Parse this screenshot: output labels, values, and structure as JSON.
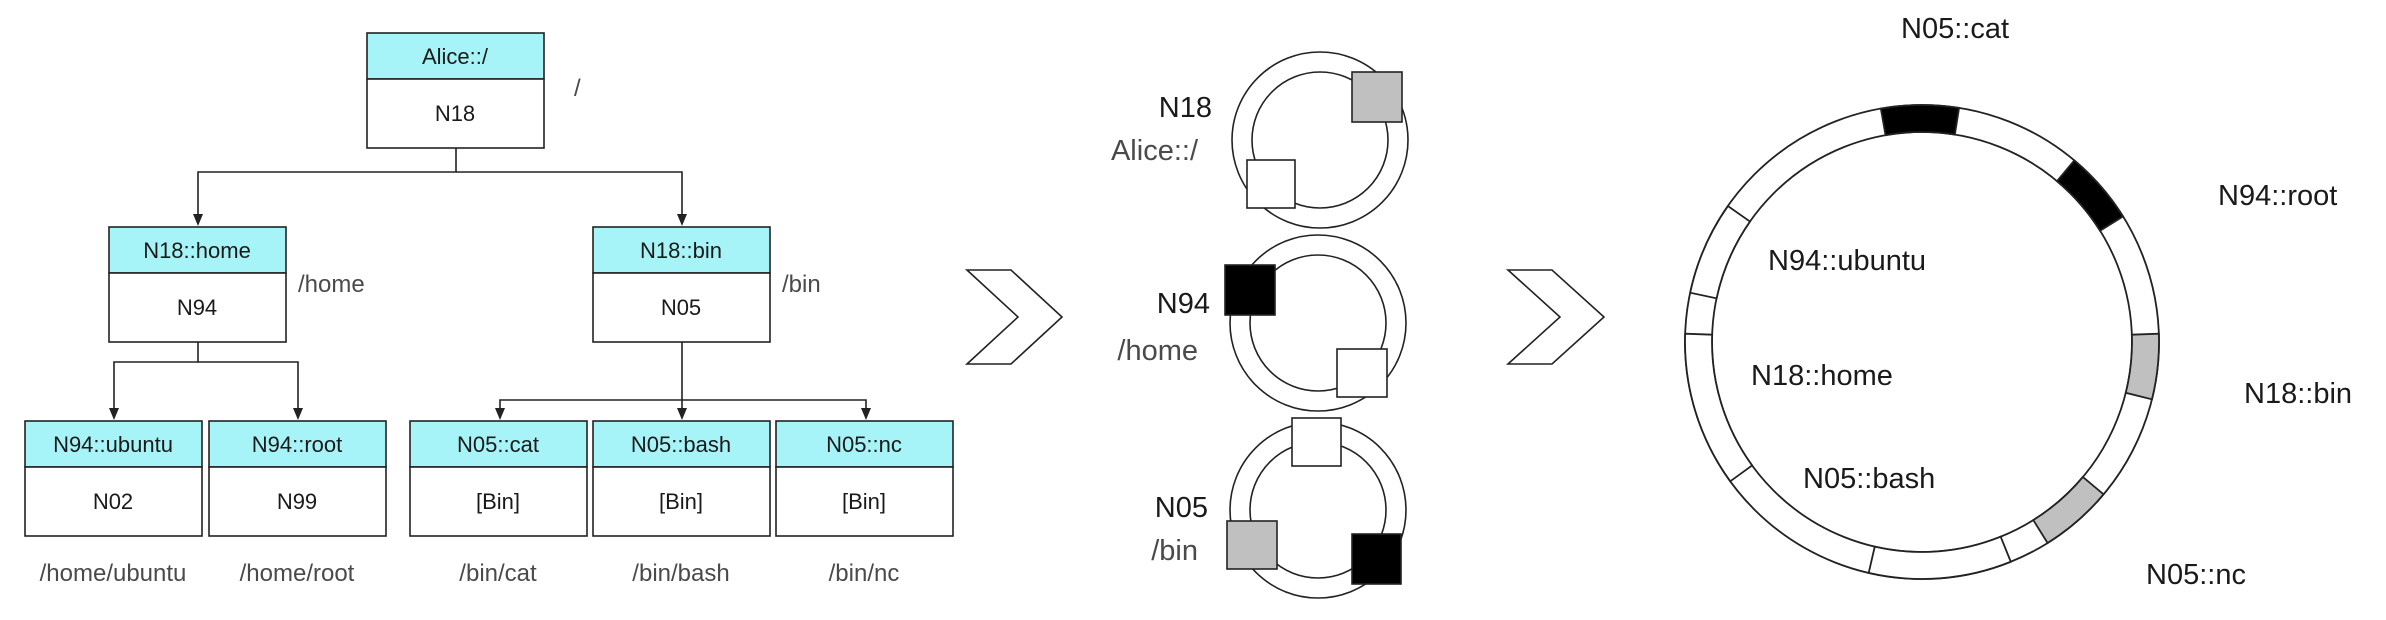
{
  "colors": {
    "header_fill": "#a6f4f7",
    "stroke": "#222222",
    "text_dark": "#1a1a1a",
    "text_gray": "#4a4a4a",
    "black_segment": "#000000",
    "gray_segment": "#c0c0c0",
    "white_segment": "#ffffff"
  },
  "tree": {
    "nodes": [
      {
        "key": "root",
        "header": "Alice::/",
        "body": "N18",
        "path": "/"
      },
      {
        "key": "home",
        "header": "N18::home",
        "body": "N94",
        "path": "/home"
      },
      {
        "key": "bin",
        "header": "N18::bin",
        "body": "N05",
        "path": "/bin"
      },
      {
        "key": "ubuntu",
        "header": "N94::ubuntu",
        "body": "N02",
        "path": "/home/ubuntu"
      },
      {
        "key": "root2",
        "header": "N94::root",
        "body": "N99",
        "path": "/home/root"
      },
      {
        "key": "cat",
        "header": "N05::cat",
        "body": "[Bin]",
        "path": "/bin/cat"
      },
      {
        "key": "bash",
        "header": "N05::bash",
        "body": "[Bin]",
        "path": "/bin/bash"
      },
      {
        "key": "nc",
        "header": "N05::nc",
        "body": "[Bin]",
        "path": "/bin/nc"
      }
    ]
  },
  "small_rings": [
    {
      "id": "N18",
      "path": "Alice::/",
      "blocks": [
        "gray",
        "white"
      ]
    },
    {
      "id": "N94",
      "path": "/home",
      "blocks": [
        "black",
        "white"
      ]
    },
    {
      "id": "N05",
      "path": "/bin",
      "blocks": [
        "white",
        "gray",
        "black"
      ]
    }
  ],
  "big_ring": {
    "segments": [
      {
        "label": "N05::cat",
        "fill": "black"
      },
      {
        "label": "N94::root",
        "fill": "black"
      },
      {
        "label": "N18::bin",
        "fill": "gray"
      },
      {
        "label": "N05::nc",
        "fill": "gray"
      },
      {
        "label": "N05::bash",
        "fill": "white"
      },
      {
        "label": "N18::home",
        "fill": "white"
      },
      {
        "label": "N94::ubuntu",
        "fill": "white"
      }
    ]
  },
  "arrows": [
    "chevron-right-icon",
    "chevron-right-icon"
  ]
}
